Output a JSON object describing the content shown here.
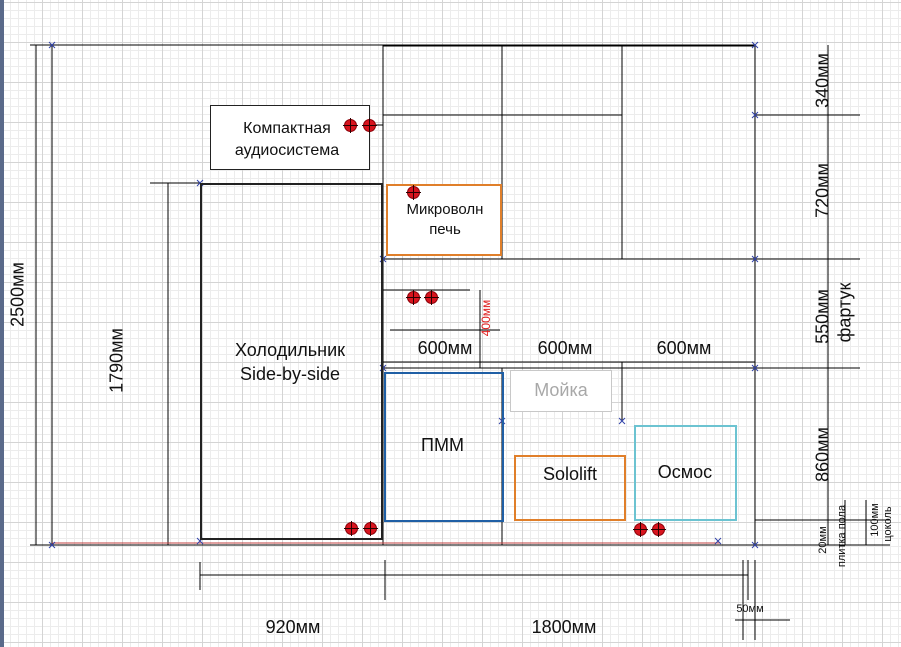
{
  "appliances": {
    "audio": "Компактная\nаудиосистема",
    "microwave": "Микроволн\nпечь",
    "fridge": "Холодильник\nSide-by-side",
    "dishwasher": "ПММ",
    "sink": "Мойка",
    "sololift": "Sololift",
    "osmos": "Осмос"
  },
  "dimensions": {
    "total_height": "2500мм",
    "fridge_height": "1790мм",
    "upper_row": "340мм",
    "upper_cabinets": "720мм",
    "backsplash": "550мм",
    "backsplash_label": "фартук",
    "base_cabinets": "860мм",
    "floor_tile": "20мм",
    "floor_tile_label": "плитка пола",
    "plinth": "100мм",
    "plinth_label": "цоколь",
    "socket_height": "400мм",
    "module_1": "600мм",
    "module_2": "600мм",
    "module_3": "600мм",
    "fridge_width": "920мм",
    "counter_width": "1800мм",
    "gap": "50мм"
  },
  "colors": {
    "microwave": "#e07f2a",
    "dishwasher": "#1f5fa5",
    "sololift": "#e07f2a",
    "osmos": "#6cc3d1",
    "sink": "#c8c8c8",
    "sockets": "#d8141e",
    "socket_dim": "#e02020"
  }
}
